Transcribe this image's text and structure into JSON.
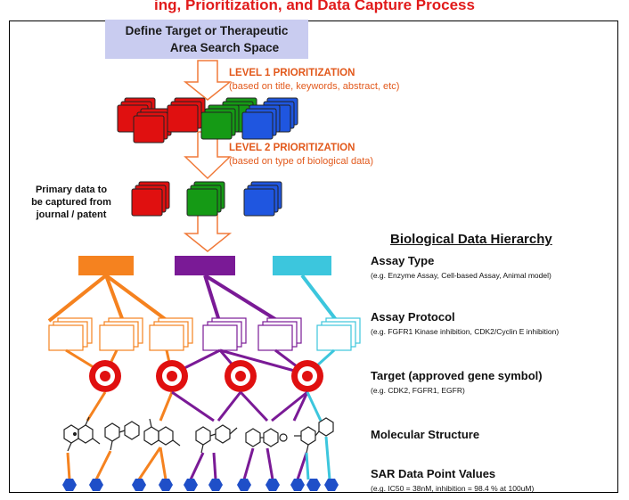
{
  "banner": {
    "text": "ing, Prioritization, and Data Capture Process"
  },
  "define_box": {
    "line1": "Define Target or Therapeutic",
    "line2": "Area Search Space"
  },
  "level1": {
    "title": "LEVEL 1 PRIORITIZATION",
    "subtitle": "(based on title, keywords, abstract, etc)"
  },
  "level2": {
    "title": "LEVEL 2 PRIORITIZATION",
    "subtitle": "(based on type of biological data)"
  },
  "primary_label": {
    "line1": "Primary data to",
    "line2": "be captured from",
    "line3": "journal / patent"
  },
  "hierarchy": {
    "title": "Biological Data Hierarchy",
    "layers": [
      {
        "title": "Assay Type",
        "example": "(e.g. Enzyme Assay, Cell-based Assay, Animal model)"
      },
      {
        "title": "Assay Protocol",
        "example": "(e.g. FGFR1 Kinase inhibition, CDK2/Cyclin E inhibition)"
      },
      {
        "title": "Target (approved gene symbol)",
        "example": "(e.g. CDK2, FGFR1, EGFR)"
      },
      {
        "title": "Molecular Structure",
        "example": ""
      },
      {
        "title": "SAR Data Point Values",
        "example": "(e.g. IC50 = 38nM, inhibition = 98.4 % at 100uM)"
      }
    ]
  },
  "colors": {
    "red": "#e01010",
    "green": "#159a15",
    "blue": "#1f56e0",
    "orange": "#f5821f",
    "purple": "#7a1a96",
    "cyan": "#3cc6dd",
    "arrow": "#f07a3a",
    "hexagon": "#1f4fc8"
  }
}
